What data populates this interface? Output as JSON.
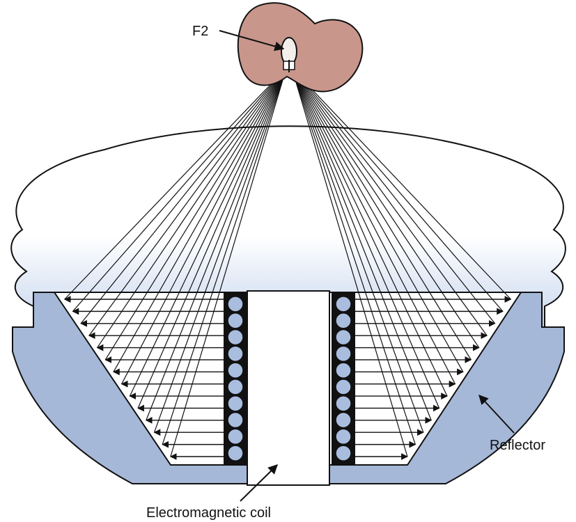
{
  "labels": {
    "focus": "F2",
    "coil": "Electromagnetic coil",
    "reflector": "Reflector"
  },
  "colors": {
    "kidney": "#c9968c",
    "reflector": "#a6b8d8",
    "bag_gradient_bottom": "#c7d6ee",
    "coil_ring": "#a9bddf",
    "coil_core": "#111111",
    "lines": "#111111"
  },
  "diagram": {
    "coil_windings_per_side": 10,
    "reflected_rays_per_side": 14
  }
}
